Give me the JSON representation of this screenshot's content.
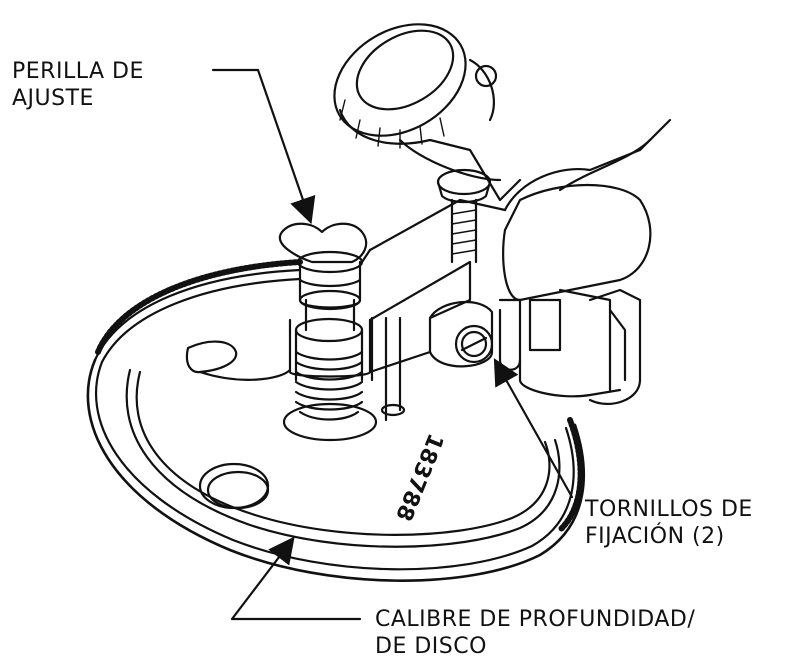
{
  "callouts": {
    "knob": {
      "line1": "PERILLA DE",
      "line2": "AJUSTE"
    },
    "screws": {
      "line1": "TORNILLOS DE",
      "line2": "FIJACIÓN (2)"
    },
    "gauge": {
      "line1": "CALIBRE DE PROFUNDIDAD/",
      "line2": "DE DISCO"
    }
  },
  "part_number": "183788",
  "colors": {
    "ink": "#111111",
    "paper": "#ffffff"
  }
}
